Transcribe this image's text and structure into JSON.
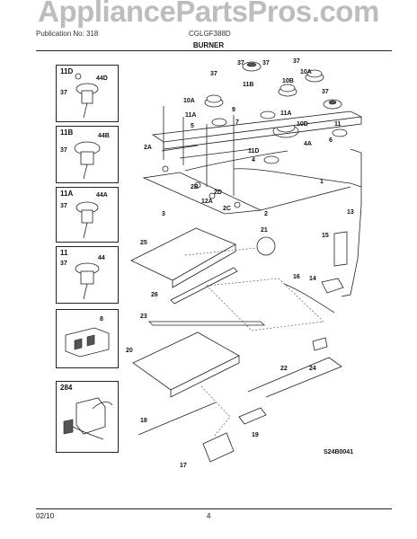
{
  "watermark": "AppliancePartsPros.com",
  "header": {
    "left": "Publication No: 318",
    "right": "CGLGF388D"
  },
  "title": "BURNER",
  "insets": [
    {
      "label": "11D",
      "callouts": [
        "37",
        "44D"
      ]
    },
    {
      "label": "11B",
      "callouts": [
        "37",
        "44B"
      ]
    },
    {
      "label": "11A",
      "callouts": [
        "37",
        "44A"
      ]
    },
    {
      "label": "11",
      "callouts": [
        "37",
        "44"
      ]
    },
    {
      "label": "8",
      "callouts": []
    },
    {
      "label": "284",
      "callouts": []
    }
  ],
  "callouts": [
    "37",
    "37",
    "37",
    "37",
    "37",
    "10A",
    "10A",
    "11B",
    "10B",
    "9",
    "11A",
    "5",
    "7",
    "11A",
    "10D",
    "11",
    "4A",
    "6",
    "11D",
    "4",
    "1",
    "2A",
    "2B",
    "2D",
    "2C",
    "12A",
    "3",
    "2",
    "13",
    "25",
    "21",
    "15",
    "16",
    "14",
    "26",
    "23",
    "20",
    "22",
    "24",
    "18",
    "19",
    "17"
  ],
  "reference": "S24B0041",
  "footer": {
    "date": "02/10",
    "page": "4"
  }
}
